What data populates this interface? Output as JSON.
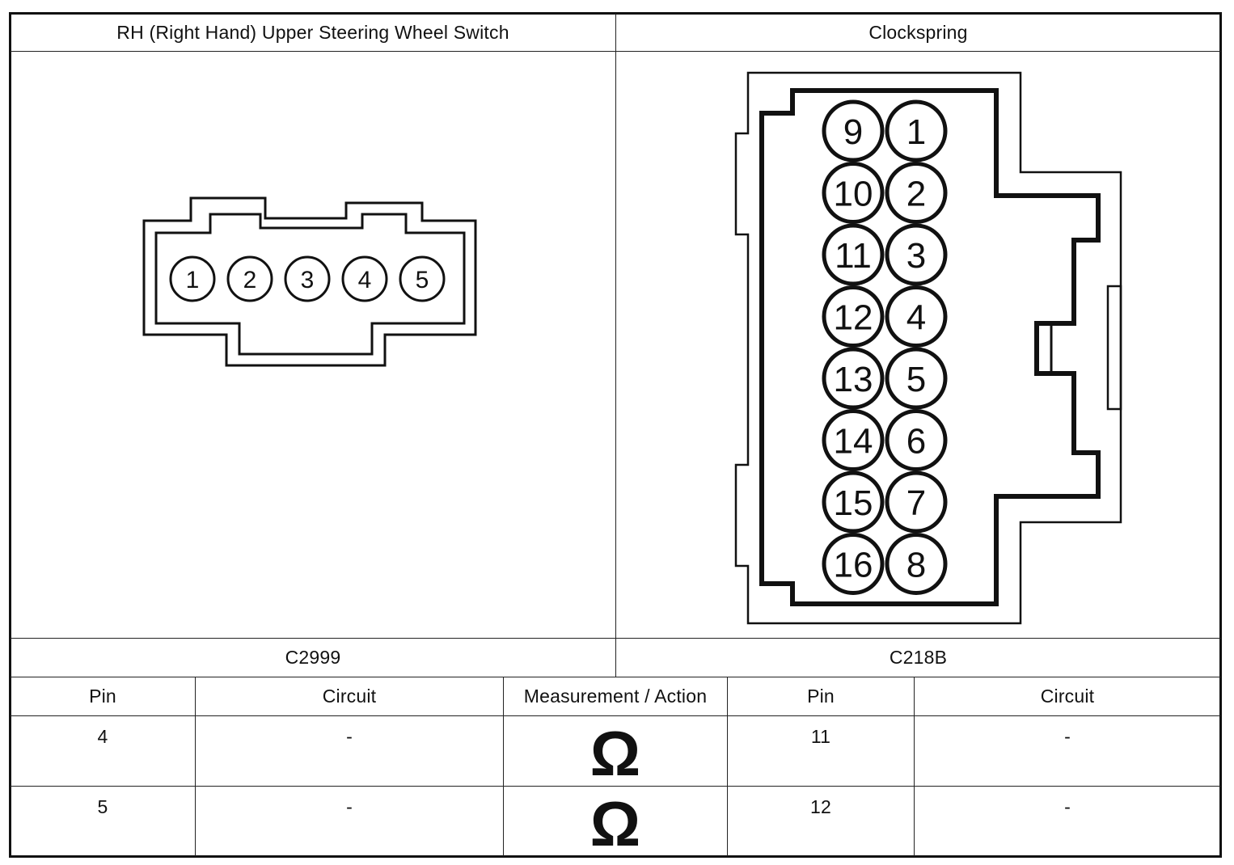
{
  "left_header": "RH (Right Hand) Upper Steering Wheel Switch",
  "right_header": "Clockspring",
  "left_connector_id": "C2999",
  "right_connector_id": "C218B",
  "left_connector_pins": [
    "1",
    "2",
    "3",
    "4",
    "5"
  ],
  "right_connector_pins_left_column": [
    "9",
    "10",
    "11",
    "12",
    "13",
    "14",
    "15",
    "16"
  ],
  "right_connector_pins_right_column": [
    "1",
    "2",
    "3",
    "4",
    "5",
    "6",
    "7",
    "8"
  ],
  "table": {
    "headers": [
      "Pin",
      "Circuit",
      "Measurement / Action",
      "Pin",
      "Circuit"
    ],
    "rows": [
      {
        "pin_a": "4",
        "circuit_a": "-",
        "measurement": "Ω",
        "pin_b": "11",
        "circuit_b": "-"
      },
      {
        "pin_a": "5",
        "circuit_a": "-",
        "measurement": "Ω",
        "pin_b": "12",
        "circuit_b": "-"
      }
    ]
  }
}
